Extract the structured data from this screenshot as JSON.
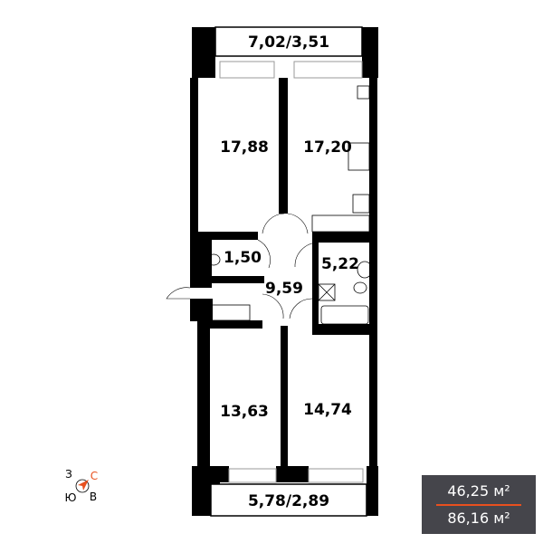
{
  "plan": {
    "balcony_top": "7,02/3,51",
    "balcony_bottom": "5,78/2,89",
    "rooms": {
      "bedroom_top_left": "17,88",
      "kitchen": "17,20",
      "toilet": "1,50",
      "hall": "9,59",
      "bathroom": "5,22",
      "bedroom_bottom_left": "13,63",
      "bedroom_bottom_right": "14,74"
    }
  },
  "compass": {
    "north": "С",
    "east": "В",
    "south": "Ю",
    "west": "З"
  },
  "area": {
    "living": "46,25 м²",
    "total": "86,16 м²"
  },
  "colors": {
    "accent": "#e8501e",
    "box": "#45454b"
  }
}
